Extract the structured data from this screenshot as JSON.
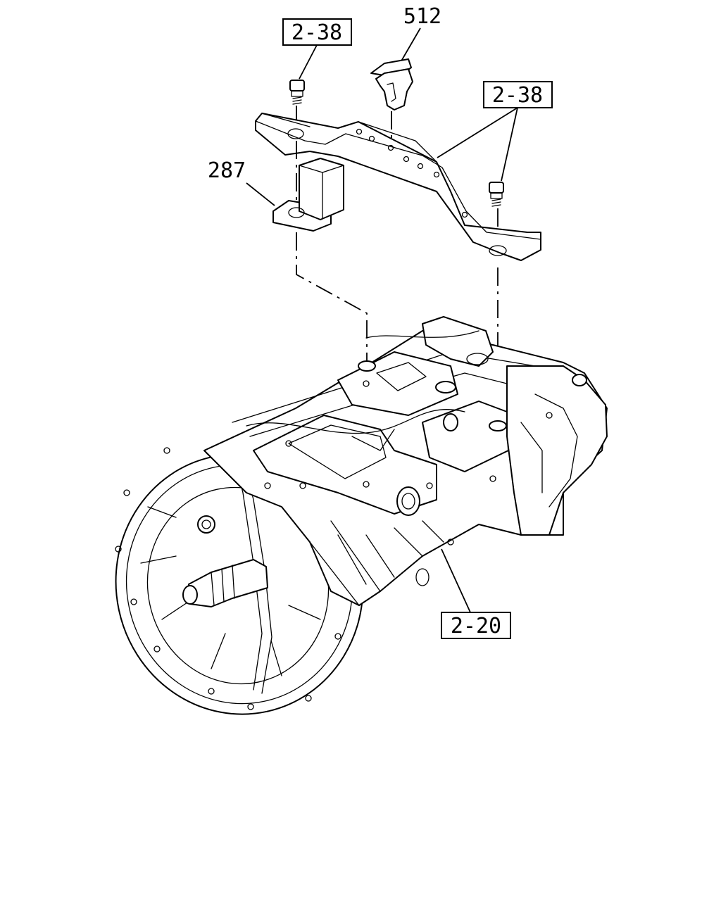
{
  "callouts": {
    "ref_2_38_top": "2-38",
    "ref_2_38_right": "2-38",
    "ref_2_20": "2-20",
    "part_512": "512",
    "part_287": "287"
  },
  "colors": {
    "line": "#000000",
    "background": "#ffffff"
  }
}
